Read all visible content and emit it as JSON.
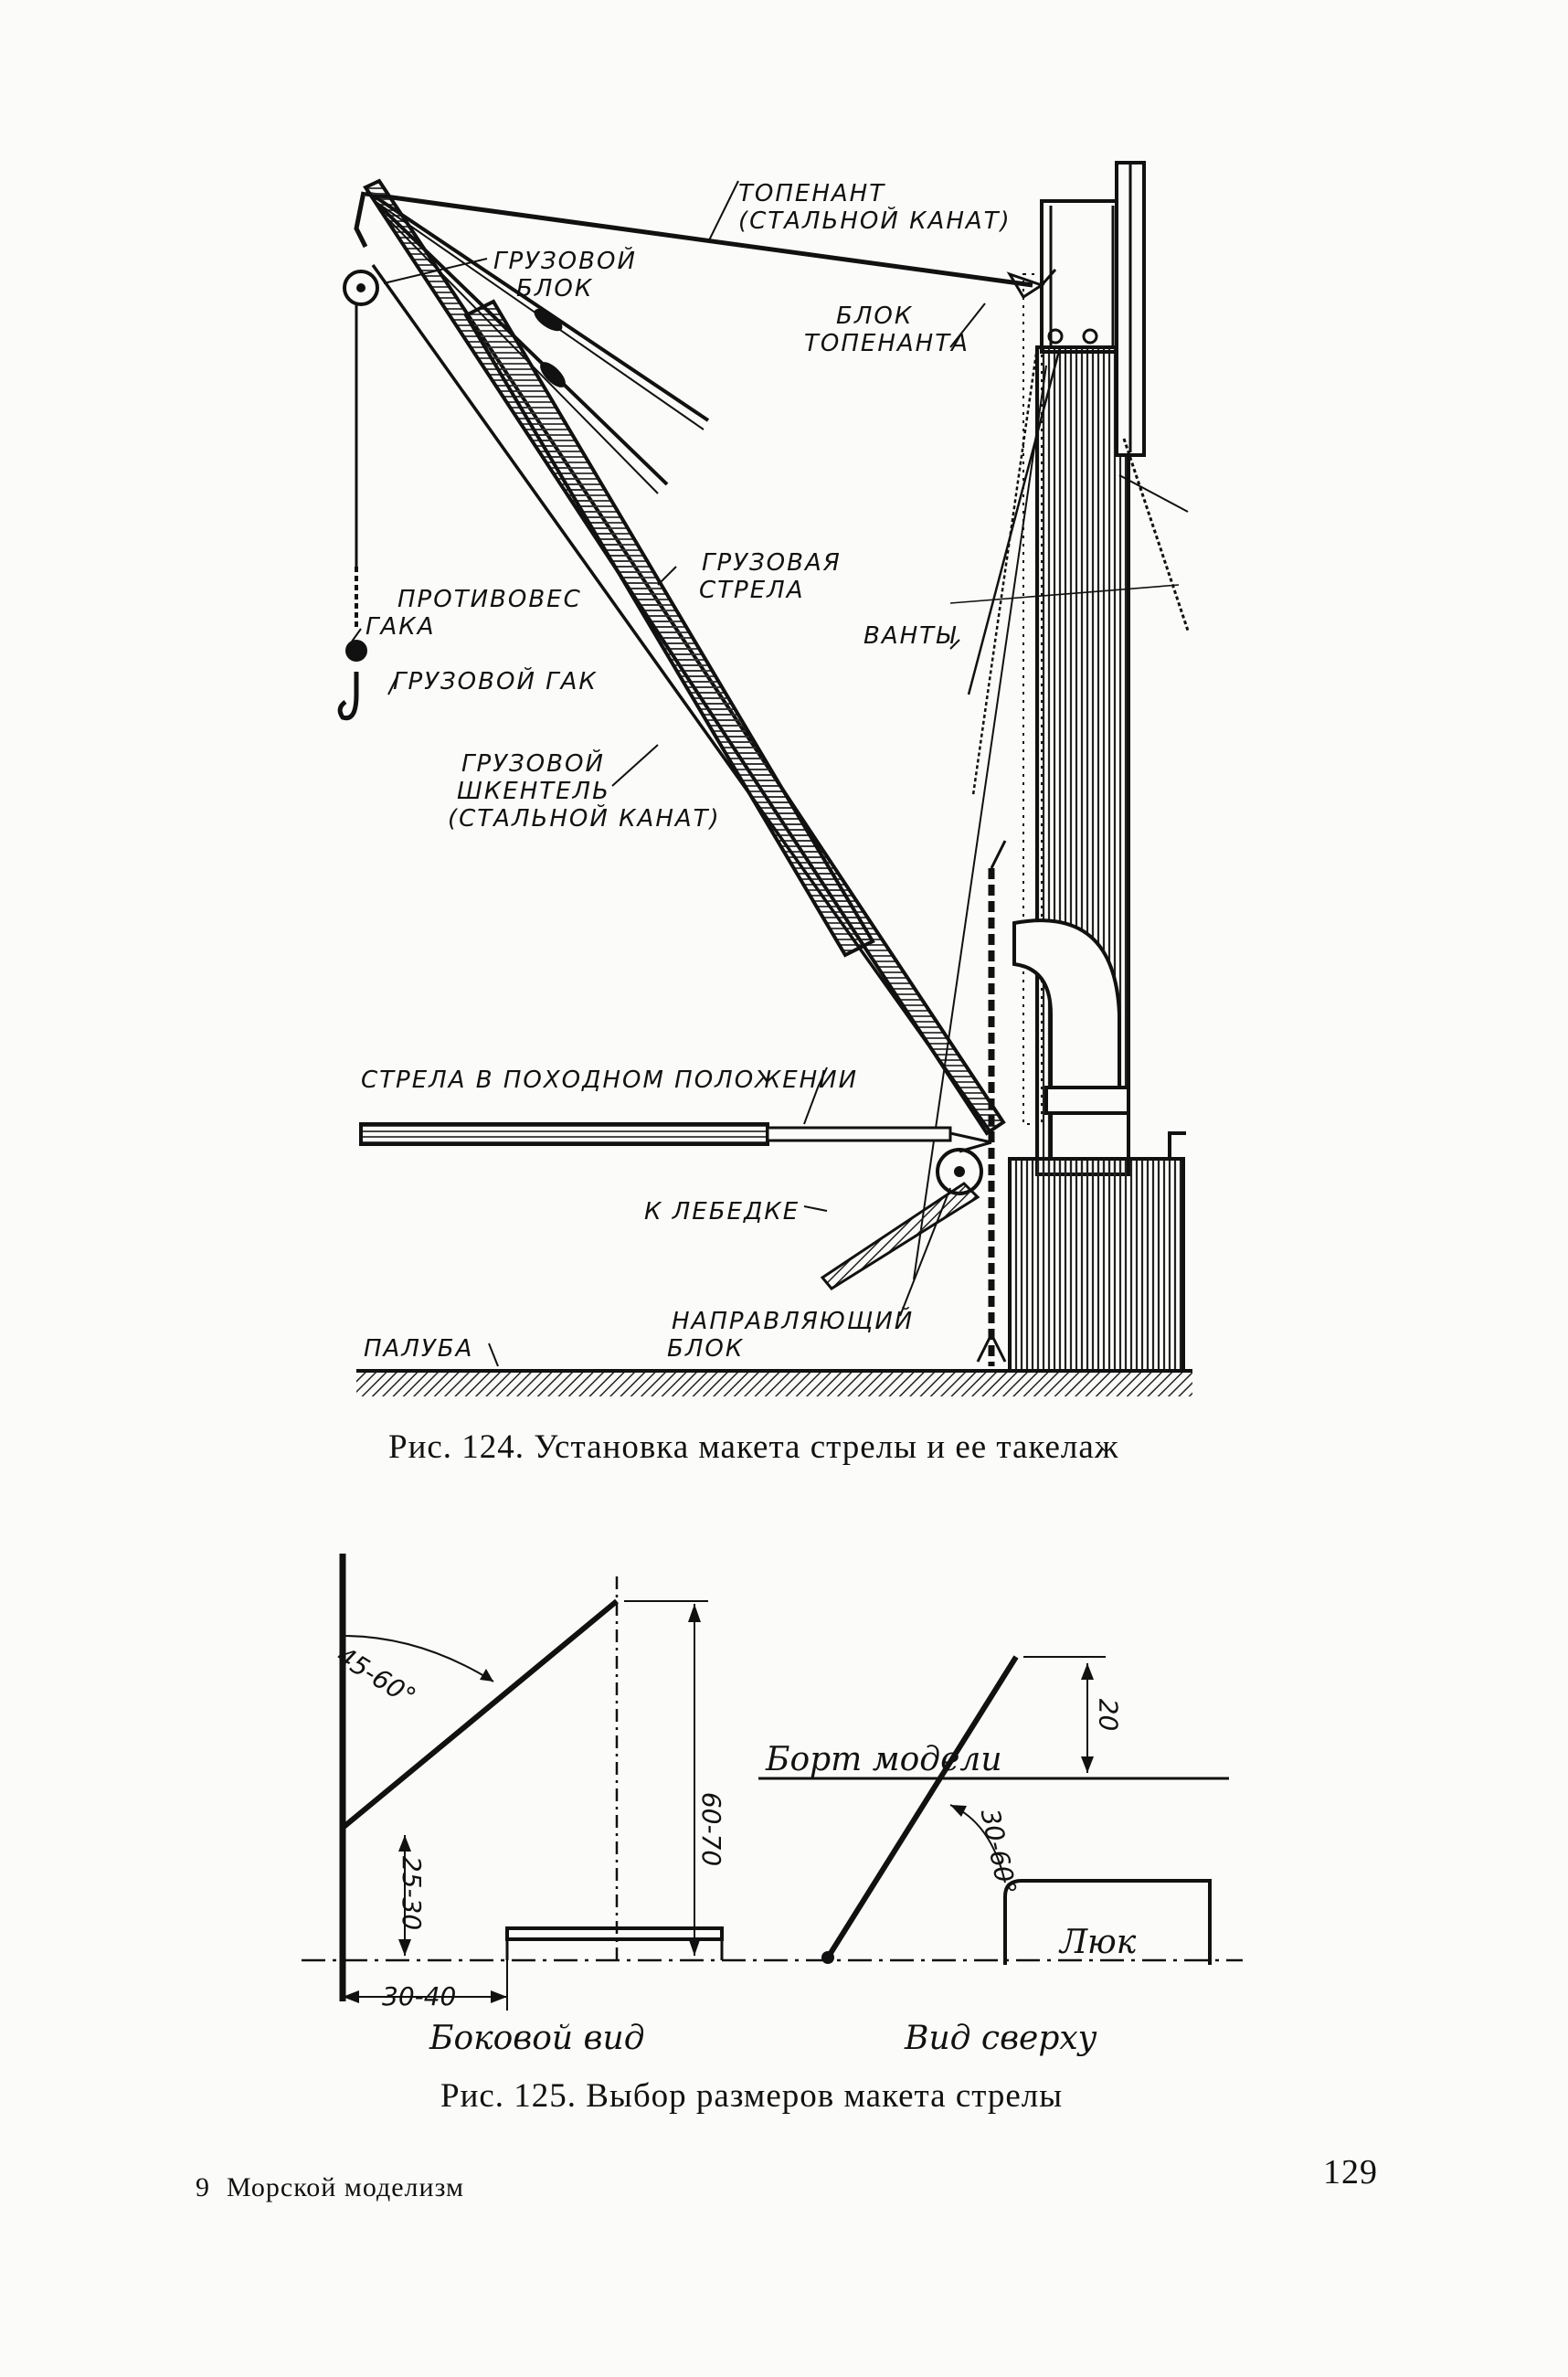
{
  "figure124": {
    "labels": {
      "topping_lift": "ТОПЕНАНТ",
      "topping_lift_note": "(СТАЛЬНОЙ КАНАТ)",
      "cargo_block_1": "ГРУЗОВОЙ",
      "cargo_block_2": "БЛОК",
      "topping_block_1": "БЛОК",
      "topping_block_2": "ТОПЕНАНТА",
      "counterweight": "ПРОТИВОВЕС",
      "hook_suffix": "ГАКА",
      "cargo_hook": "ГРУЗОВОЙ ГАК",
      "cargo_boom_1": "ГРУЗОВАЯ",
      "cargo_boom_2": "СТРЕЛА",
      "shrouds": "ВАНТЫ",
      "runner_1": "ГРУЗОВОЙ",
      "runner_2": "ШКЕНТЕЛЬ",
      "runner_3": "(СТАЛЬНОЙ КАНАТ)",
      "stowed_boom": "СТРЕЛА В ПОХОДНОМ ПОЛОЖЕНИИ",
      "to_winch": "К ЛЕБЕДКЕ",
      "guide_block_1": "НАПРАВЛЯЮЩИЙ",
      "guide_block_2": "БЛОК",
      "deck": "ПАЛУБА"
    },
    "caption": "Рис. 124. Установка макета стрелы и ее такелаж"
  },
  "figure125": {
    "side_view": {
      "angle": "45-60°",
      "height": "60-70",
      "base_height": "25-30",
      "offset": "30-40",
      "title": "Боковой вид"
    },
    "top_view": {
      "side_label": "Борт модели",
      "distance": "20",
      "angle": "30-60°",
      "hatch": "Люк",
      "title": "Вид сверху"
    },
    "caption": "Рис. 125. Выбор размеров макета стрелы"
  },
  "footer": {
    "signature_mark": "9",
    "book_title": "Морской моделизм",
    "page_number": "129"
  }
}
